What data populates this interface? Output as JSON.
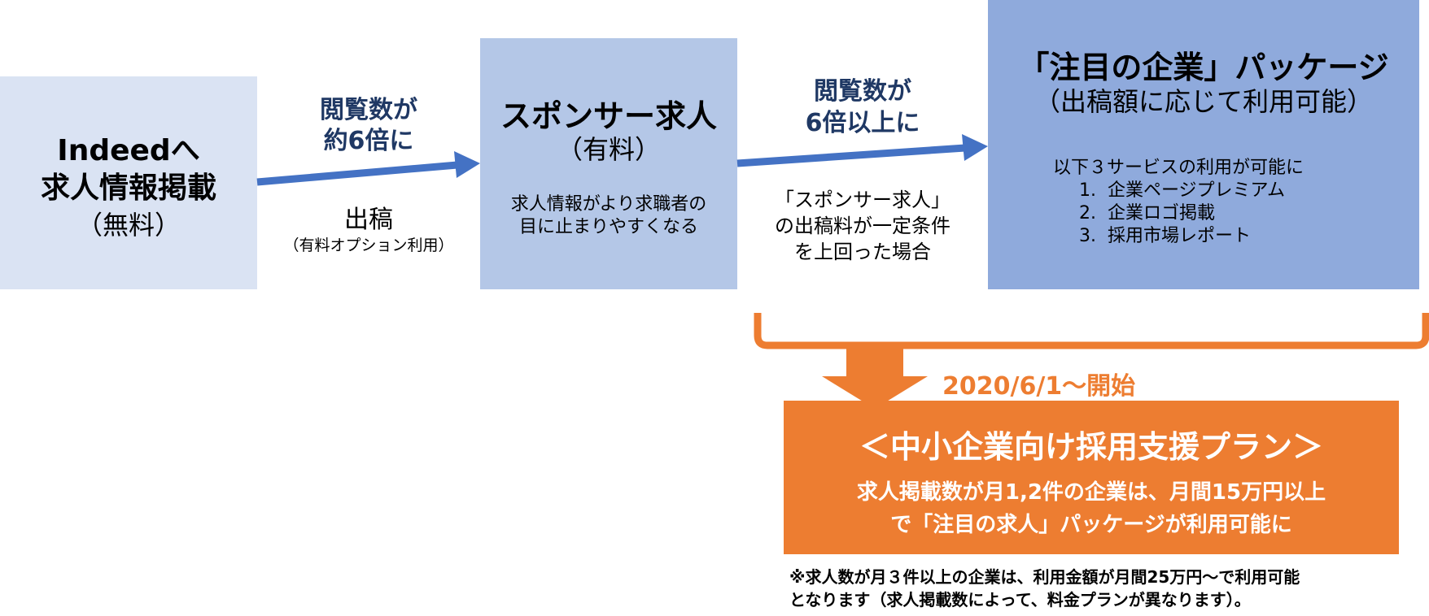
{
  "box_indeed": {
    "title_line1": "Indeedへ",
    "title_line2": "求人情報掲載",
    "note": "（無料）"
  },
  "arrow1": {
    "label_line1": "閲覧数が",
    "label_line2": "約6倍に",
    "caption_line1": "出稿",
    "caption_line2": "（有料オプション利用）"
  },
  "box_sponsor": {
    "title": "スポンサー求人",
    "note": "（有料）",
    "desc_line1": "求人情報がより求職者の",
    "desc_line2": "目に止まりやすくなる"
  },
  "arrow2": {
    "label_line1": "閲覧数が",
    "label_line2": "6倍以上に",
    "caption_line1": "「スポンサー求人」",
    "caption_line2": "の出稿料が一定条件",
    "caption_line3": "を上回った場合"
  },
  "box_package": {
    "title": "「注目の企業」パッケージ",
    "subtitle": "（出稿額に応じて利用可能）",
    "intro": "以下３サービスの利用が可能に",
    "items": [
      {
        "num": "1.",
        "text": "企業ページプレミアム"
      },
      {
        "num": "2.",
        "text": "企業ロゴ掲載"
      },
      {
        "num": "3.",
        "text": "採用市場レポート"
      }
    ]
  },
  "start_label": "2020/6/1〜開始",
  "plan_box": {
    "title": "＜中小企業向け採用支援プラン＞",
    "desc_line1": "求人掲載数が月1,2件の企業は、月間15万円以上",
    "desc_line2": "で「注目の求人」パッケージが利用可能に"
  },
  "footnote": {
    "line1": "※求人数が月３件以上の企業は、利用金額が月間25万円〜で利用可能",
    "line2": "となります（求人掲載数によって、料金プランが異なります）。"
  },
  "colors": {
    "box_light": "#dae3f3",
    "box_mid": "#b4c7e7",
    "box_dark": "#8faadc",
    "arrow_blue": "#4472c4",
    "accent_orange": "#ed7d31",
    "label_navy": "#1f3864"
  }
}
